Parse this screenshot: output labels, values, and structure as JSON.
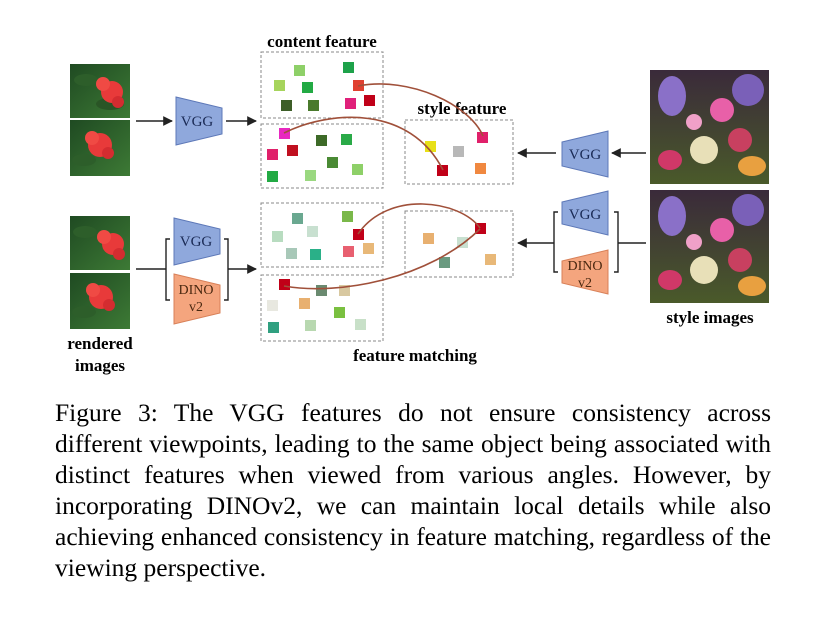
{
  "figure": {
    "labels": {
      "content_feature": "content feature",
      "style_feature": "style feature",
      "feature_matching": "feature matching",
      "rendered_images_1": "rendered",
      "rendered_images_2": "images",
      "style_images": "style images"
    },
    "networks": {
      "vgg": "VGG",
      "dino_1": "DINO",
      "dino_2": "v2"
    },
    "colors": {
      "vgg_fill": "#8fa8dc",
      "dino_fill": "#f4a57e",
      "arc": "#a0503a"
    }
  },
  "caption": "Figure 3: The VGG features do not ensure consistency across different viewpoints, leading to the same object being associated with distinct features when viewed from various angles. However, by incorporating DINOv2, we can maintain local details while also achieving enhanced consistency in feature matching, regardless of the viewing perspective."
}
